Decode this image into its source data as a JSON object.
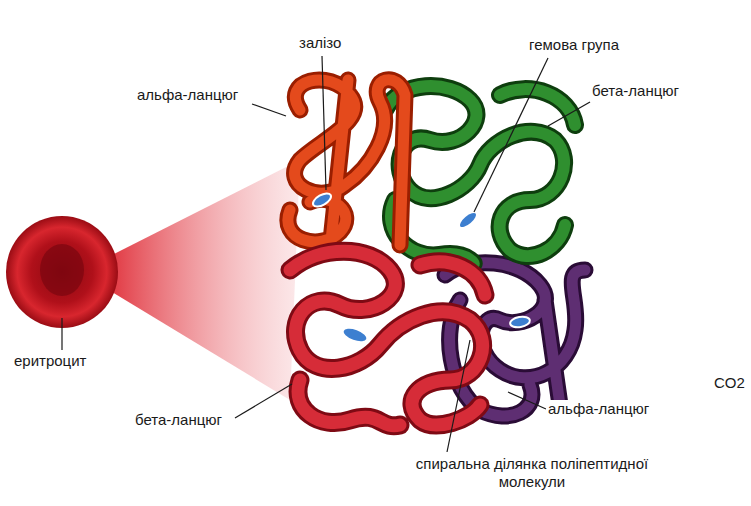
{
  "diagram": {
    "labels": [
      "залізо",
      "гемова група",
      "альфа-ланцюг",
      "бета-ланцюг",
      "еритроцит",
      "CO2",
      "бета-ланцюг",
      "альфа-ланцюг",
      "спиральна ділянка поліпептидної молекули"
    ]
  }
}
